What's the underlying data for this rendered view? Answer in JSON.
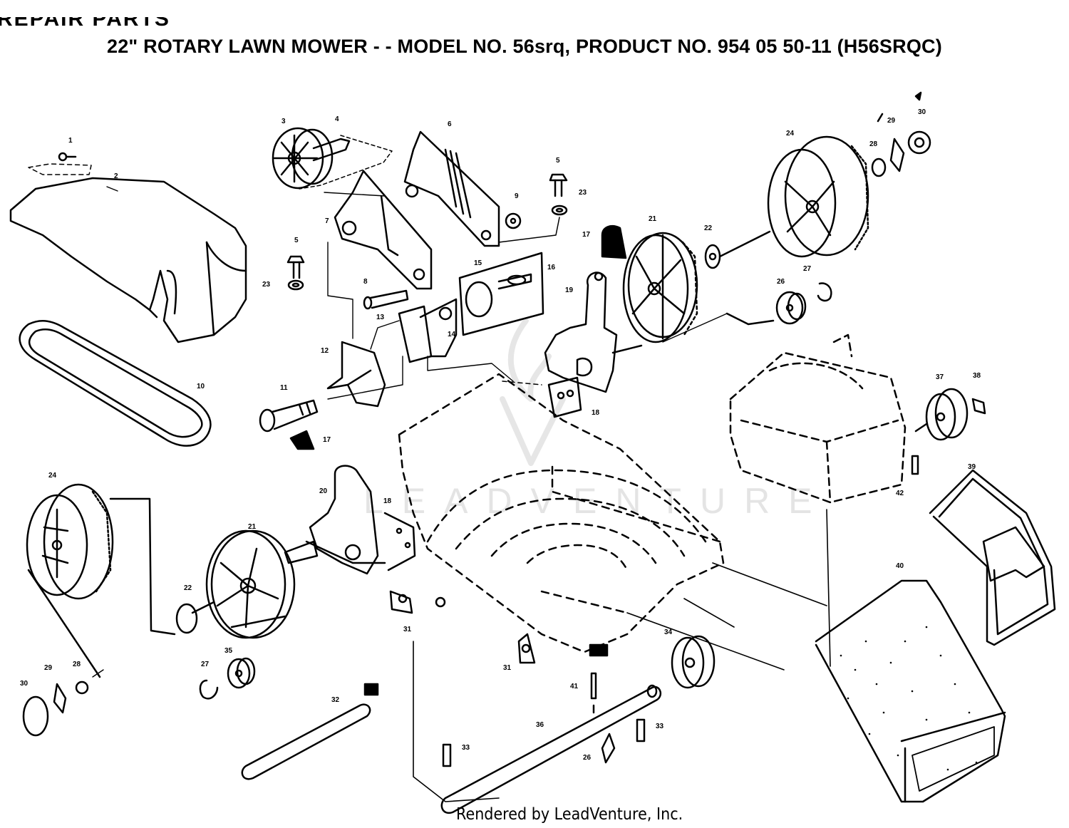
{
  "header": {
    "section_title": "REPAIR PARTS",
    "model_title": "22\" ROTARY LAWN MOWER - - MODEL NO. 56srq, PRODUCT NO. 954 05 50-11 (H56SRQC)"
  },
  "footer": {
    "text": "Rendered by LeadVenture, Inc."
  },
  "watermark": {
    "text": "LEADVENTURE",
    "color": "#e4e4e4"
  },
  "part_labels": {
    "p1": "1",
    "p2": "2",
    "p3": "3",
    "p4": "4",
    "p5a": "5",
    "p5b": "5",
    "p6": "6",
    "p7": "7",
    "p8": "8",
    "p9": "9",
    "p10": "10",
    "p11": "11",
    "p12": "12",
    "p13": "13",
    "p14": "14",
    "p15": "15",
    "p16": "16",
    "p17a": "17",
    "p17b": "17",
    "p18a": "18",
    "p18b": "18",
    "p19": "19",
    "p20": "20",
    "p21a": "21",
    "p21b": "21",
    "p22a": "22",
    "p22b": "22",
    "p23a": "23",
    "p23b": "23",
    "p24a": "24",
    "p24b": "24",
    "p26a": "26",
    "p26b": "26",
    "p27a": "27",
    "p27b": "27",
    "p28a": "28",
    "p28b": "28",
    "p29a": "29",
    "p29b": "29",
    "p30a": "30",
    "p30b": "30",
    "p31a": "31",
    "p31b": "31",
    "p32": "32",
    "p33a": "33",
    "p33b": "33",
    "p34": "34",
    "p35": "35",
    "p36": "36",
    "p37": "37",
    "p38": "38",
    "p39": "39",
    "p40": "40",
    "p41": "41",
    "p42": "42"
  }
}
